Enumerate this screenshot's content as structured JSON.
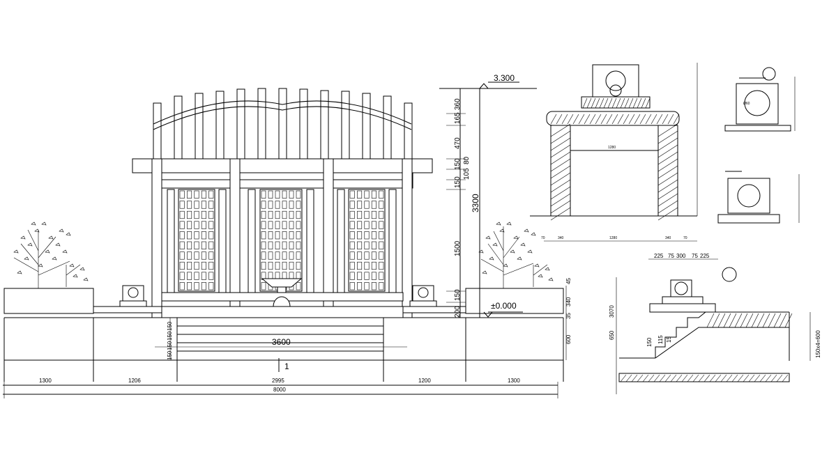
{
  "elevation": {
    "top_level_mark": "3.300",
    "ground_level_mark": "±0.000",
    "steps_width_label": "3600",
    "section_mark": "1",
    "bottom_dims": [
      "1300",
      "1206",
      "2995",
      "1200",
      "1300"
    ],
    "total_dim": "8000",
    "right_vertical_dims": [
      "360",
      "165",
      "470",
      "150",
      "150",
      "1500",
      "150",
      "200"
    ],
    "right_inner_dims": [
      "80",
      "105"
    ],
    "overall_height_dim": "3300",
    "planter_right_dims": [
      "45",
      "340",
      "35",
      "600"
    ],
    "step_riser_labels": [
      "150",
      "150",
      "150",
      "150"
    ]
  },
  "detail_elevation": {
    "inner_width_label": "1280",
    "bottom_dims": [
      "70",
      "340",
      "1280",
      "340",
      "70"
    ]
  },
  "detail_small_top": {
    "diameter_label": "Ø60"
  },
  "stair_section": {
    "top_dims": [
      "225",
      "75",
      "300",
      "75",
      "225"
    ],
    "left_dims": [
      "3070",
      "650",
      "150",
      "115"
    ],
    "right_dim": "150x4=600",
    "mid_label": "15"
  }
}
